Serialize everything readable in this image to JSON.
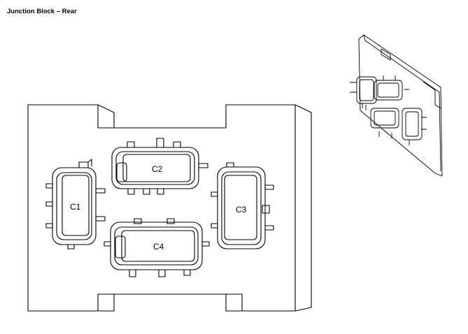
{
  "title": "Junction Block – Rear",
  "connectors": [
    {
      "id": "c1",
      "label": "C1"
    },
    {
      "id": "c2",
      "label": "C2"
    },
    {
      "id": "c3",
      "label": "C3"
    },
    {
      "id": "c4",
      "label": "C4"
    }
  ]
}
